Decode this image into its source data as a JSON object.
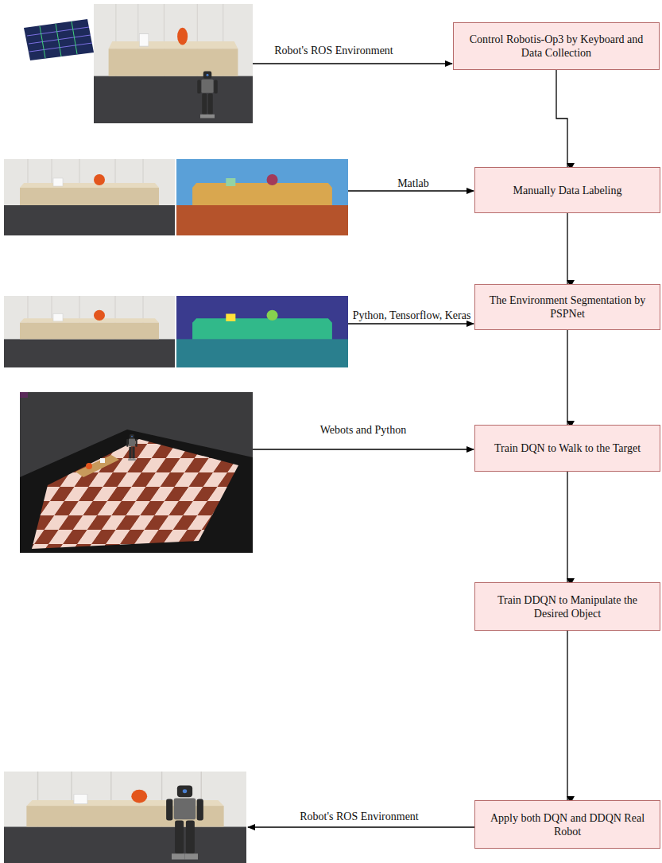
{
  "diagram": {
    "nodes": [
      {
        "text": [
          "Control Robotis-Op3 by Keyboard and Data Collection"
        ]
      },
      {
        "text": [
          "Manually Data Labeling"
        ]
      },
      {
        "text": [
          "The Environment Segmentation by PSPNet"
        ]
      },
      {
        "text": [
          "Train DQN to Walk to the Target"
        ]
      },
      {
        "text": [
          "Train DDQN to Manipulate the Desired Object"
        ]
      },
      {
        "text": [
          "Apply both DQN and DDQN Real Robot"
        ]
      }
    ],
    "edges": [
      {
        "from": 0,
        "to": 1,
        "arrow": "to"
      },
      {
        "from": 1,
        "to": 2,
        "arrow": "to"
      },
      {
        "from": 2,
        "to": 3,
        "arrow": "to"
      },
      {
        "from": 3,
        "to": 4,
        "arrow": "to"
      },
      {
        "from": 4,
        "to": 5,
        "arrow": "to"
      }
    ],
    "labels": [
      "Robot's ROS Environment",
      "Matlab",
      "Python, Tensorflow, Keras",
      "Webots and Python",
      "Robot's ROS Environment"
    ]
  }
}
